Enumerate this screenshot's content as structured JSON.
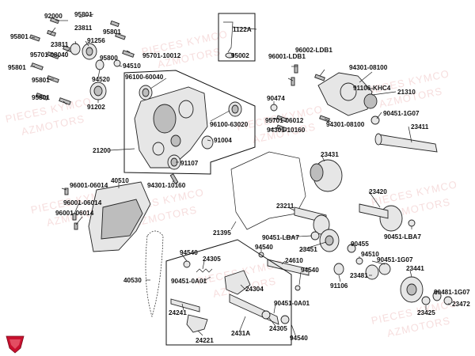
{
  "watermark": {
    "line1": "PIECES KYMCO",
    "line2": "AZMOTORS"
  },
  "brand": {
    "color": "#c8102e"
  },
  "labels": {
    "l92000": "92000",
    "l95801a": "95801",
    "l95801b": "95801",
    "l95801c": "95801",
    "l95801d": "95801",
    "l95801e": "95801",
    "l95801f": "95801",
    "l23811": "23811",
    "l95701_08040": "95701-08040",
    "l91256": "91256",
    "l95800": "95800",
    "l94510": "94510",
    "l95701_10012": "95701-10012",
    "l94520": "94520",
    "l91202": "91202",
    "l1122a": "1122A",
    "l95002": "95002",
    "l96002_ldb1": "96002-LDB1",
    "l96001_ldb1": "96001-LDB1",
    "l94301_08100a": "94301-08100",
    "l91106_khc4": "91106-KHC4",
    "l21310": "21310",
    "l94301_08100b": "94301-08100",
    "l90451_1g07a": "90451-1G07",
    "l23411": "23411",
    "l96100_60040": "96100-60040",
    "l96100_63020": "96100-63020",
    "l91004": "91004",
    "l21200": "21200",
    "l91107": "91107",
    "l94301_10160a": "94301-10160",
    "l90474": "90474",
    "l95701_06012": "95701-06012",
    "l94301_10160b": "94301-10160",
    "l23431": "23431",
    "l96001_06014a": "96001-06014",
    "l40510": "40510",
    "l96001_06014b": "96001-06014",
    "l96001_06014c": "96001-06014",
    "l21395": "21395",
    "l23211": "23211",
    "l23420": "23420",
    "l90451_lba7a": "90451-LBA7",
    "l90451_lba7b": "90451-LBA7",
    "l94540a": "94540",
    "l94540b": "94540",
    "l94540c": "94540",
    "l94540d": "94540",
    "l24305a": "24305",
    "l24305b": "24305",
    "l90451_0a01a": "90451-0A01",
    "l90451_0a01b": "90451-0A01",
    "l24304": "24304",
    "l40530": "40530",
    "l24241": "24241",
    "l24221": "24221",
    "l2431a": "2431A",
    "l23451": "23451",
    "l24610": "24610",
    "l91106": "91106",
    "l90455": "90455",
    "l94510b": "94510",
    "l90451_1g07b": "90451-1G07",
    "l23481": "23481",
    "l23441": "23441",
    "l90481_1g07": "90481-1G07",
    "l23472": "23472",
    "l23425": "23425"
  }
}
